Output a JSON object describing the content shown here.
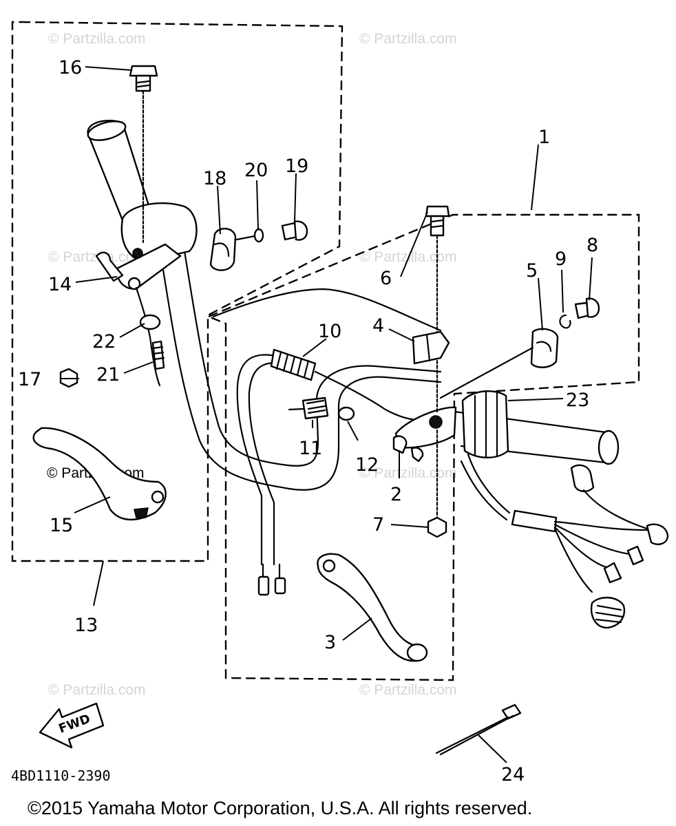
{
  "watermarks": {
    "text": "© Partzilla.com"
  },
  "callouts": [
    {
      "id": "1",
      "text": "1"
    },
    {
      "id": "2",
      "text": "2"
    },
    {
      "id": "3",
      "text": "3"
    },
    {
      "id": "4",
      "text": "4"
    },
    {
      "id": "5",
      "text": "5"
    },
    {
      "id": "6",
      "text": "6"
    },
    {
      "id": "7",
      "text": "7"
    },
    {
      "id": "8",
      "text": "8"
    },
    {
      "id": "9",
      "text": "9"
    },
    {
      "id": "10",
      "text": "10"
    },
    {
      "id": "11",
      "text": "11"
    },
    {
      "id": "12",
      "text": "12"
    },
    {
      "id": "13",
      "text": "13"
    },
    {
      "id": "14",
      "text": "14"
    },
    {
      "id": "15",
      "text": "15"
    },
    {
      "id": "16",
      "text": "16"
    },
    {
      "id": "17",
      "text": "17"
    },
    {
      "id": "18",
      "text": "18"
    },
    {
      "id": "19",
      "text": "19"
    },
    {
      "id": "20",
      "text": "20"
    },
    {
      "id": "21",
      "text": "21"
    },
    {
      "id": "22",
      "text": "22"
    },
    {
      "id": "23",
      "text": "23"
    },
    {
      "id": "24",
      "text": "24"
    }
  ],
  "fwd_label": "FWD",
  "diagram_code": "4BD1110-2390",
  "copyright": "©2015 Yamaha Motor Corporation, U.S.A. All rights reserved."
}
